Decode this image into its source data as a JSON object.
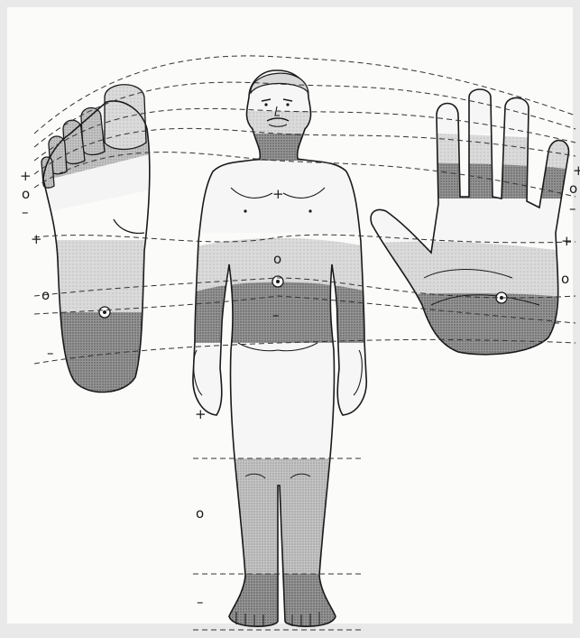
{
  "symbols": {
    "plus": "+",
    "zero": "o",
    "minus": "–"
  },
  "colors": {
    "paper": "#fbfbfa",
    "ink": "#1a1a1a",
    "light_zone": "#d6d6d6",
    "mid_zone": "#bdbdbd",
    "dark_zone": "#8e8e8e"
  },
  "regions": [
    {
      "id": "foot-sole",
      "zones": [
        "toes",
        "ball",
        "arch",
        "heel"
      ]
    },
    {
      "id": "body",
      "zones": [
        "head",
        "chest",
        "abdomen",
        "pelvis",
        "upper-leg",
        "lower-leg",
        "feet"
      ]
    },
    {
      "id": "palm",
      "zones": [
        "fingertips",
        "finger-bases",
        "palm-upper",
        "palm-lower"
      ]
    }
  ]
}
